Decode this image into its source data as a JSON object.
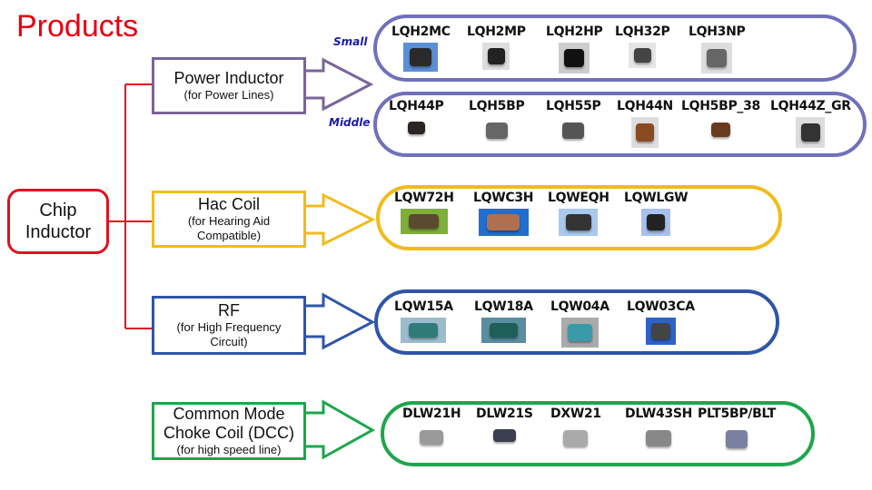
{
  "title": "Products",
  "root": {
    "line1": "Chip",
    "line2": "Inductor",
    "color": "#e01020"
  },
  "categories": [
    {
      "id": "power",
      "main": "Power Inductor",
      "sub": [
        "(for Power Lines)"
      ],
      "color": "#7a649a",
      "pill_color": "#7070bb",
      "groups": [
        {
          "label": "Small",
          "products": [
            "LQH2MC",
            "LQH2MP",
            "LQH2HP",
            "LQH32P",
            "LQH3NP"
          ]
        },
        {
          "label": "Middle",
          "products": [
            "LQH44P",
            "LQH5BP",
            "LQH55P",
            "LQH44N",
            "LQH5BP_38",
            "LQH44Z_GR"
          ]
        }
      ]
    },
    {
      "id": "hac",
      "main": "Hac Coil",
      "sub": [
        "(for Hearing Aid",
        "Compatible)"
      ],
      "color": "#f0bc1c",
      "pill_color": "#f0bc1c",
      "groups": [
        {
          "label": "",
          "products": [
            "LQW72H",
            "LQWC3H",
            "LQWEQH",
            "LQWLGW"
          ]
        }
      ]
    },
    {
      "id": "rf",
      "main": "RF",
      "sub": [
        "(for High Frequency",
        "Circuit)"
      ],
      "color": "#2f55a8",
      "pill_color": "#2f55a8",
      "groups": [
        {
          "label": "",
          "products": [
            "LQW15A",
            "LQW18A",
            "LQW04A",
            "LQW03CA"
          ]
        }
      ]
    },
    {
      "id": "dcc",
      "main": "Common Mode",
      "main2": "Choke Coil (DCC)",
      "sub": [
        "(for high speed line)"
      ],
      "color": "#1ea64c",
      "pill_color": "#1ea64c",
      "groups": [
        {
          "label": "",
          "products": [
            "DLW21H",
            "DLW21S",
            "DXW21",
            "DLW43SH",
            "PLT5BP/BLT"
          ]
        }
      ]
    }
  ]
}
